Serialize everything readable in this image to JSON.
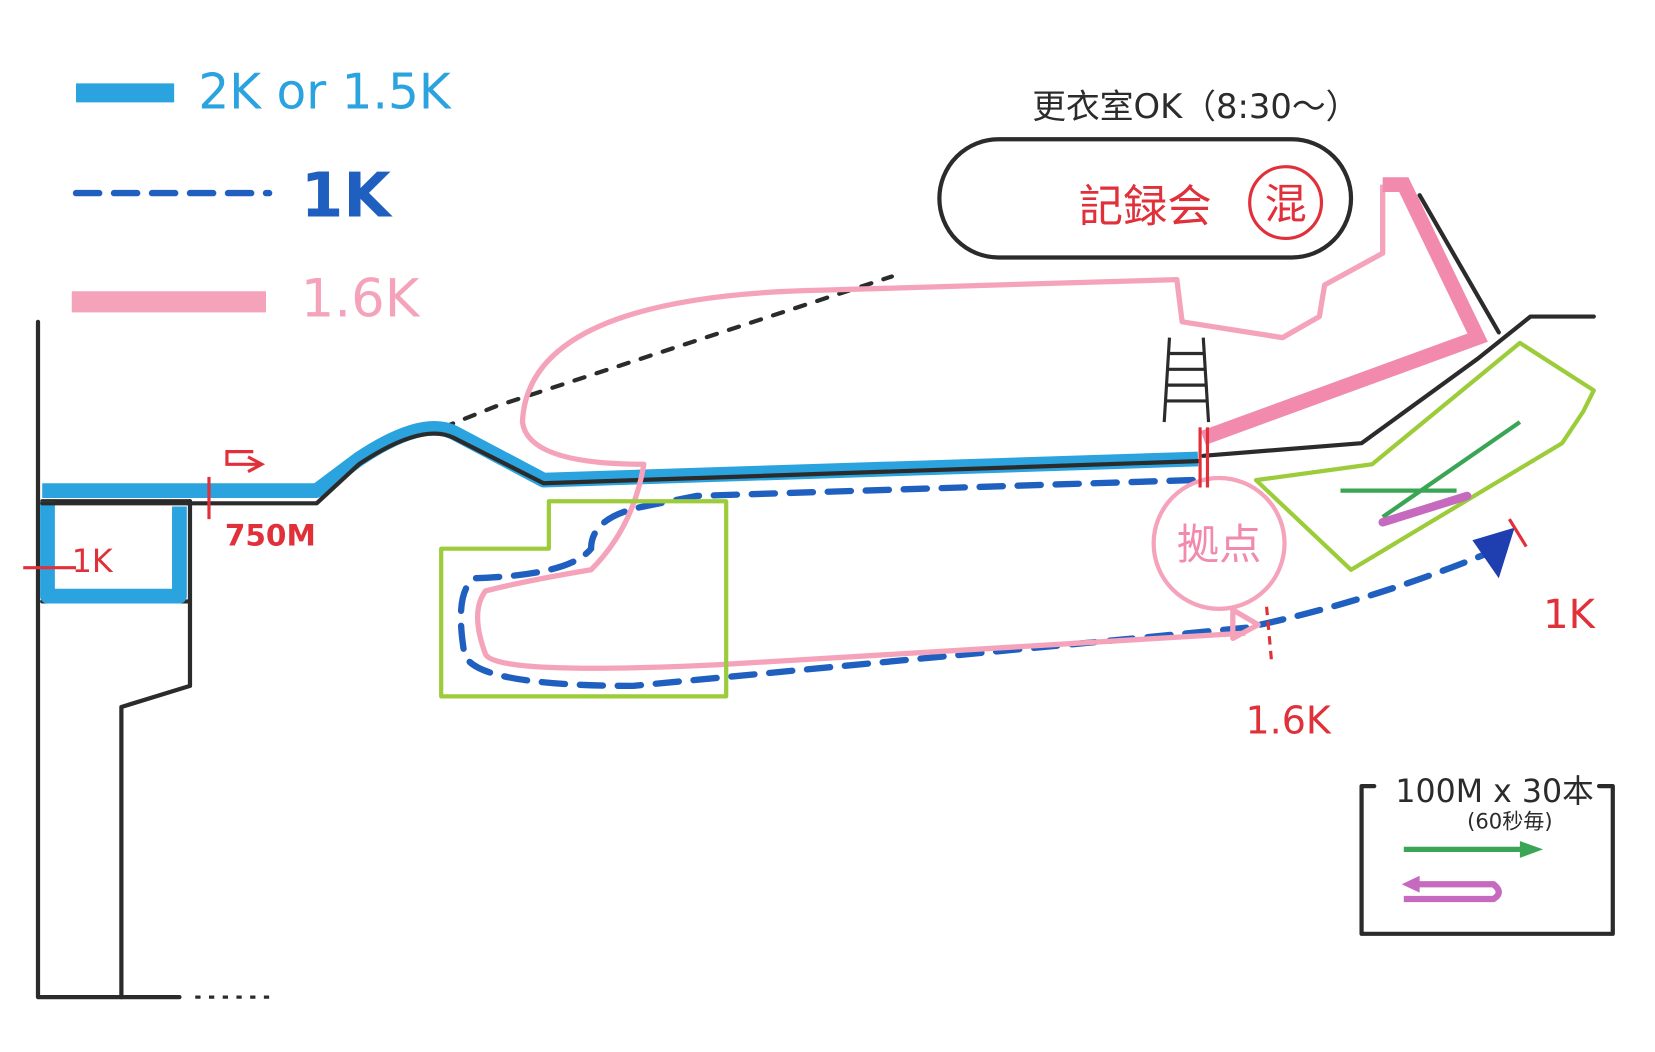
{
  "legend": {
    "items": [
      {
        "label": "2K or 1.5K",
        "style": "solid-blue",
        "color": "#2ba3de"
      },
      {
        "label": "1K",
        "style": "dashed-blue",
        "color": "#1f5fbf"
      },
      {
        "label": "1.6K",
        "style": "solid-pink",
        "color": "#f28aad"
      }
    ]
  },
  "annotations": {
    "changing_room": "更衣室OK（8:30〜）",
    "record_meet": "記録会",
    "mixed_badge": "混",
    "base": "拠点",
    "turn_750": "750M",
    "left_1k": "1K",
    "right_1k": "1K",
    "mark_16k": "1.6K"
  },
  "interval_legend": {
    "title": "100M x 30本",
    "subtitle": "(60秒毎)"
  }
}
